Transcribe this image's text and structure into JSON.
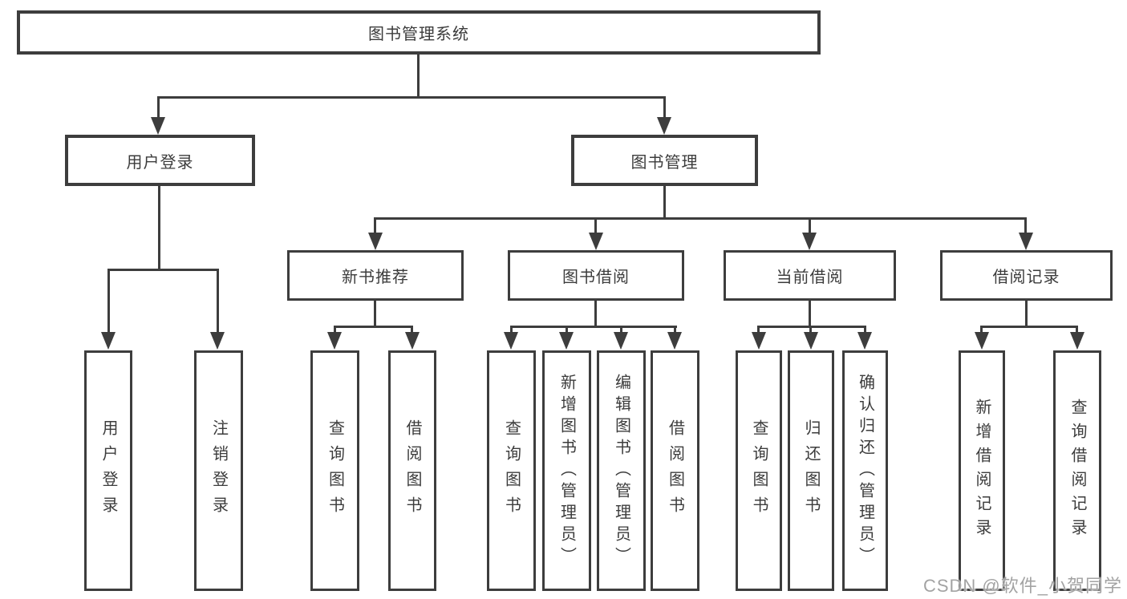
{
  "diagram": {
    "title": "图书管理系统",
    "colors": {
      "line": "#3d3d3d",
      "text": "#3c3c3c",
      "background": "#ffffff",
      "watermark": "#a3a3a3"
    },
    "nodes": {
      "root": "图书管理系统",
      "user_login": "用户登录",
      "book_mgmt": "图书管理",
      "new_books": "新书推荐",
      "book_borrow": "图书借阅",
      "current_borrow": "当前借阅",
      "borrow_records": "借阅记录",
      "user_leaves": [
        "用户登录",
        "注销登录"
      ],
      "new_books_leaves": [
        "查询图书",
        "借阅图书"
      ],
      "book_borrow_leaves": [
        "查询图书",
        "新增图书（管理员）",
        "编辑图书（管理员）",
        "借阅图书"
      ],
      "current_borrow_leaves": [
        "查询图书",
        "归还图书",
        "确认归还（管理员）"
      ],
      "borrow_records_leaves": [
        "新增借阅记录",
        "查询借阅记录"
      ]
    },
    "watermark": "CSDN @软件_小贺同学"
  }
}
